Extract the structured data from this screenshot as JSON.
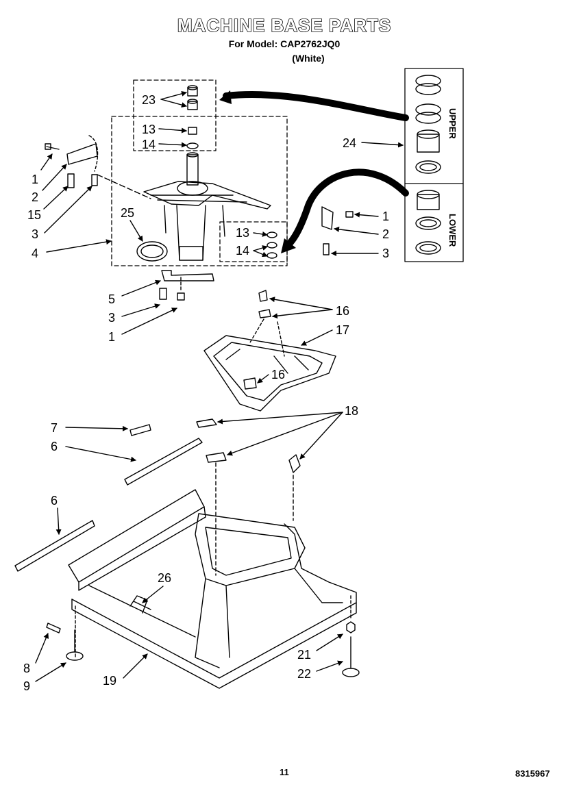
{
  "header": {
    "title": "MACHINE BASE PARTS",
    "model_line": "For Model: CAP2762JQ0",
    "color_line": "(White)"
  },
  "kit_labels": {
    "upper": "UPPER",
    "lower": "LOWER"
  },
  "callouts": {
    "c23": "23",
    "c13a": "13",
    "c14a": "14",
    "c1a": "1",
    "c2a": "2",
    "c15": "15",
    "c3a": "3",
    "c25": "25",
    "c4": "4",
    "c13b": "13",
    "c14b": "14",
    "c24": "24",
    "c1b": "1",
    "c2b": "2",
    "c3b": "3",
    "c5": "5",
    "c3c": "3",
    "c1c": "1",
    "c16a": "16",
    "c17": "17",
    "c16b": "16",
    "c18": "18",
    "c7": "7",
    "c6a": "6",
    "c6b": "6",
    "c26": "26",
    "c8": "8",
    "c9": "9",
    "c19": "19",
    "c21": "21",
    "c22": "22"
  },
  "footer": {
    "page_number": "11",
    "doc_number": "8315967"
  }
}
